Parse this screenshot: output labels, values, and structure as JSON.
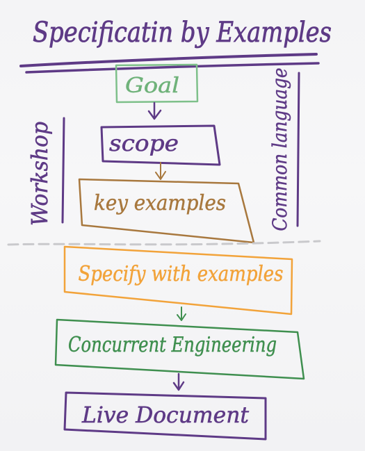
{
  "title": "Specificatin by Examples",
  "side_labels": {
    "left": "Workshop",
    "right": "Common language"
  },
  "steps": [
    {
      "label": "Goal",
      "color": "#6fb27a"
    },
    {
      "label": "scope",
      "color": "#5e3a86"
    },
    {
      "label": "key examples",
      "color": "#a8783e"
    },
    {
      "label": "Specify with examples",
      "color": "#f2a33a"
    },
    {
      "label": "Concurrent Engineering",
      "color": "#3f8f4f"
    },
    {
      "label": "Live Document",
      "color": "#5e3a86"
    }
  ],
  "colors": {
    "paper": "#f5f5f7",
    "title": "#5e3a86",
    "divider": "#c9c9cc"
  }
}
